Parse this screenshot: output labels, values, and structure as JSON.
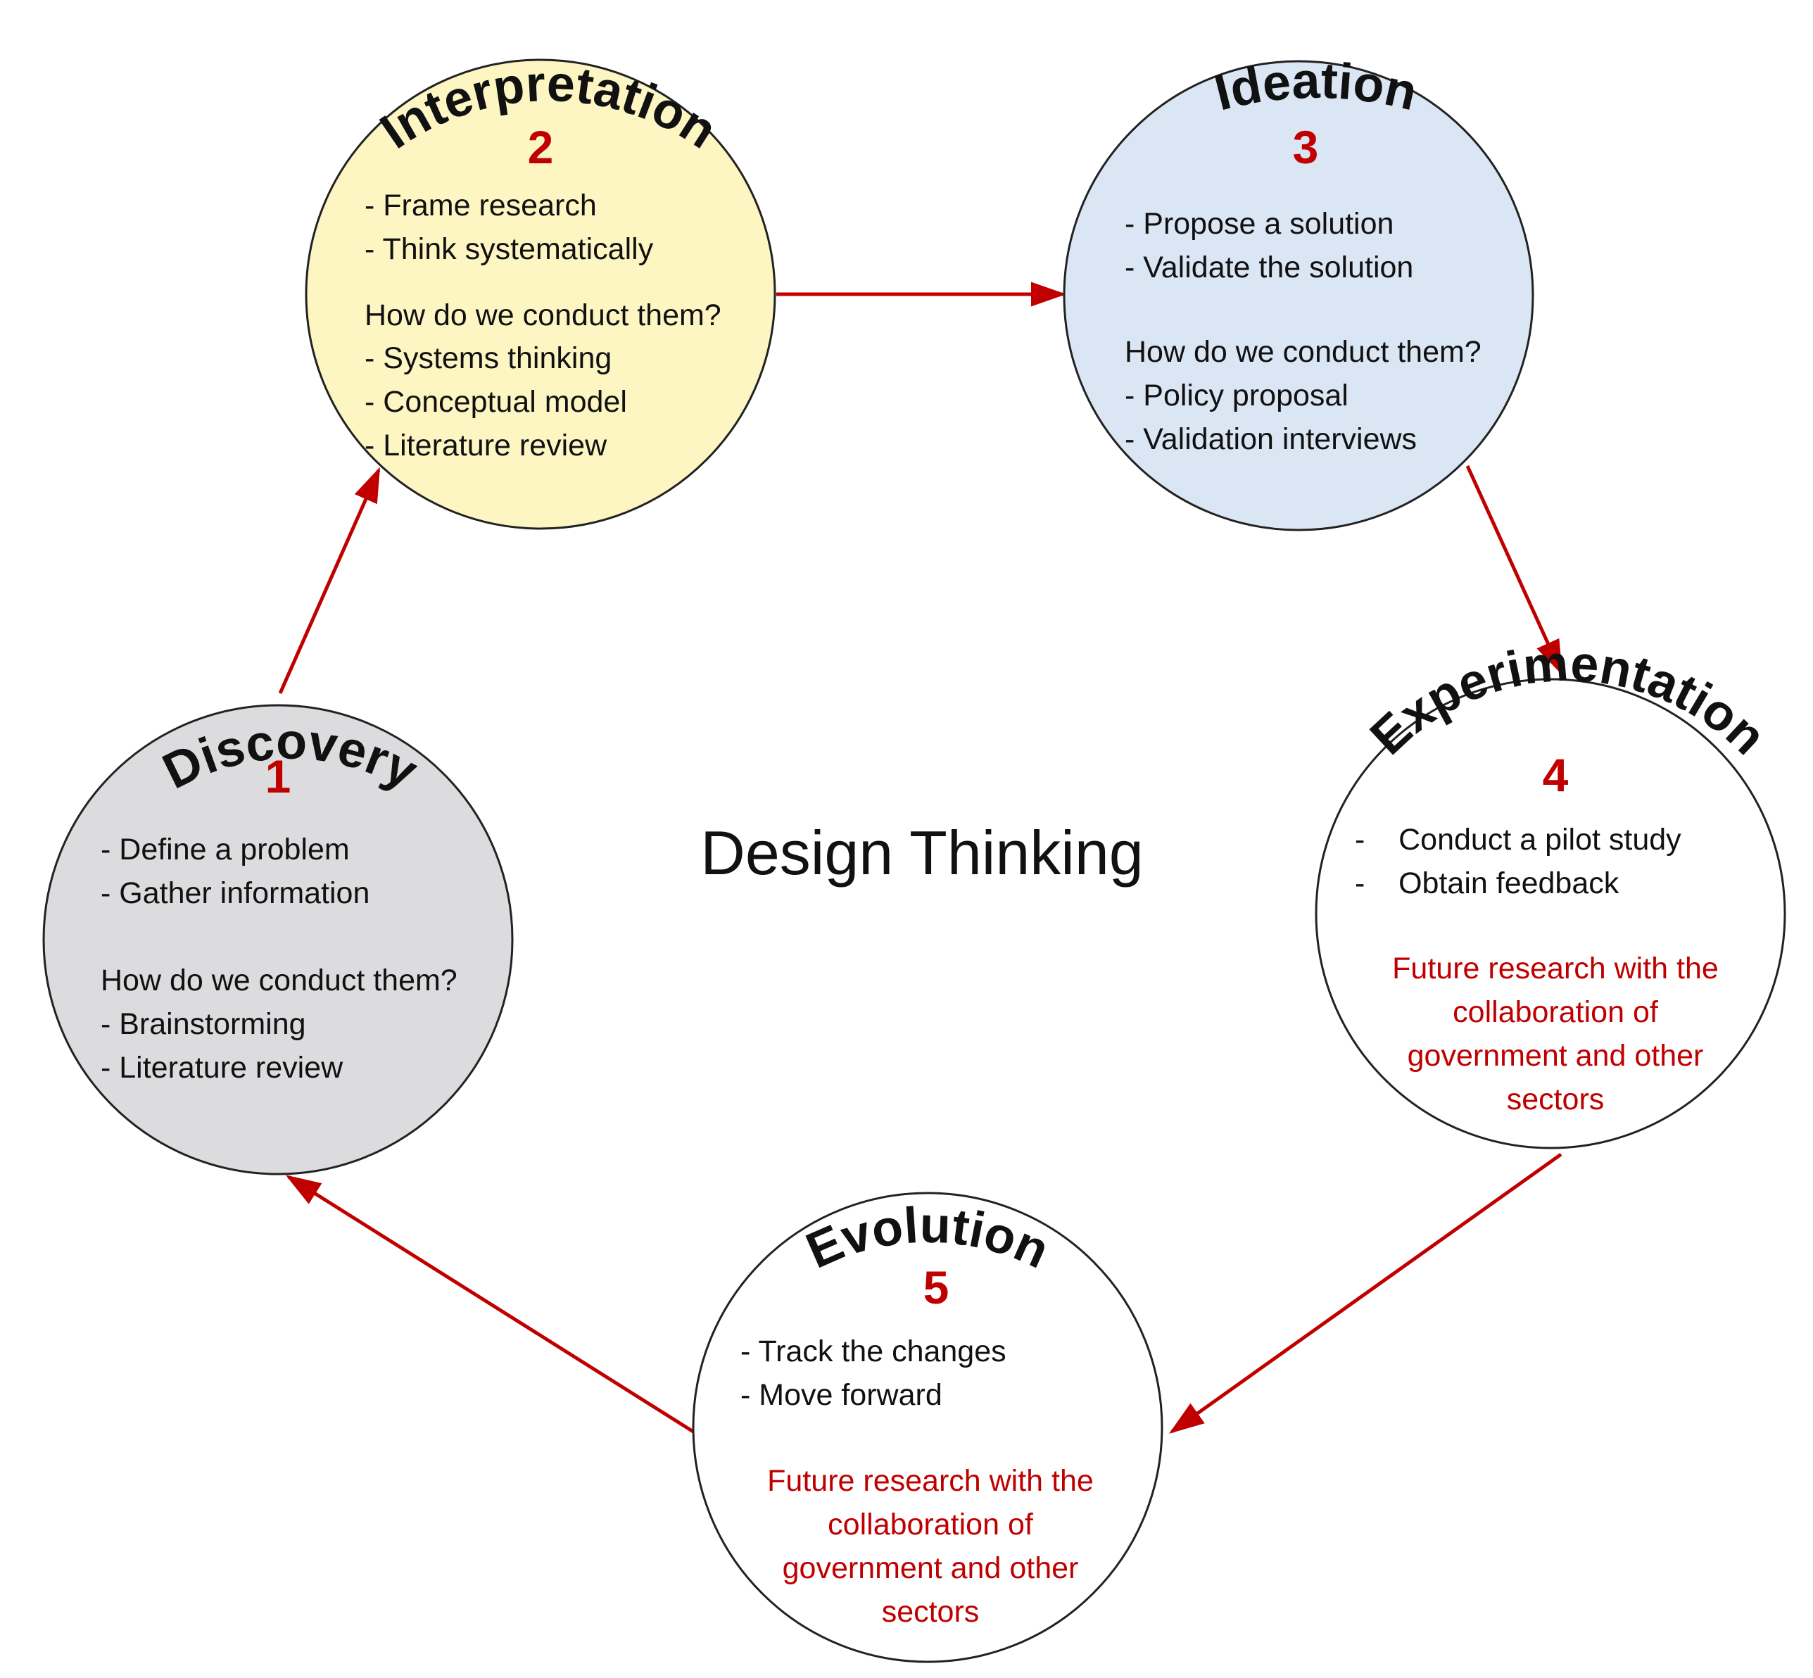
{
  "diagram": {
    "center_title": "Design Thinking",
    "colors": {
      "arrow": "#c00000",
      "number": "#c00000",
      "note": "#c00000",
      "text": "#111111",
      "outline": "#222222"
    },
    "nodes": [
      {
        "id": "discovery",
        "title": "Discovery",
        "number": "1",
        "fill": "#dcdcde",
        "stroke": "#8a9bb5",
        "lines": [
          "- Define a problem",
          "- Gather information",
          "",
          "How do we conduct them?",
          "- Brainstorming",
          "- Literature review"
        ],
        "note": []
      },
      {
        "id": "interpretation",
        "title": "Interpretation",
        "number": "2",
        "fill": "#fdf6c3",
        "stroke": "#c9b85a",
        "lines": [
          "- Frame research",
          "- Think systematically",
          "",
          "How do we conduct them?",
          "- Systems thinking",
          "- Conceptual model",
          "- Literature review"
        ],
        "note": []
      },
      {
        "id": "ideation",
        "title": "Ideation",
        "number": "3",
        "fill": "#dae6f3",
        "stroke": "#7f9fc6",
        "lines": [
          "- Propose a solution",
          "- Validate the solution",
          "",
          "How do we conduct them?",
          "- Policy proposal",
          "- Validation interviews"
        ],
        "note": []
      },
      {
        "id": "experimentation",
        "title": "Experimentation",
        "number": "4",
        "fill": "#ffffff",
        "stroke": "#222222",
        "lines": [
          "-    Conduct a pilot study",
          "-    Obtain feedback"
        ],
        "note": [
          "Future research with the",
          "collaboration of",
          "government and other",
          "sectors"
        ]
      },
      {
        "id": "evolution",
        "title": "Evolution",
        "number": "5",
        "fill": "#ffffff",
        "stroke": "#222222",
        "lines": [
          "- Track the changes",
          "- Move forward"
        ],
        "note": [
          "Future research with the",
          "collaboration of",
          "government and other",
          "sectors"
        ]
      }
    ],
    "arrows": [
      {
        "from": "discovery",
        "to": "interpretation"
      },
      {
        "from": "interpretation",
        "to": "ideation"
      },
      {
        "from": "ideation",
        "to": "experimentation"
      },
      {
        "from": "experimentation",
        "to": "evolution"
      },
      {
        "from": "evolution",
        "to": "discovery"
      }
    ]
  }
}
